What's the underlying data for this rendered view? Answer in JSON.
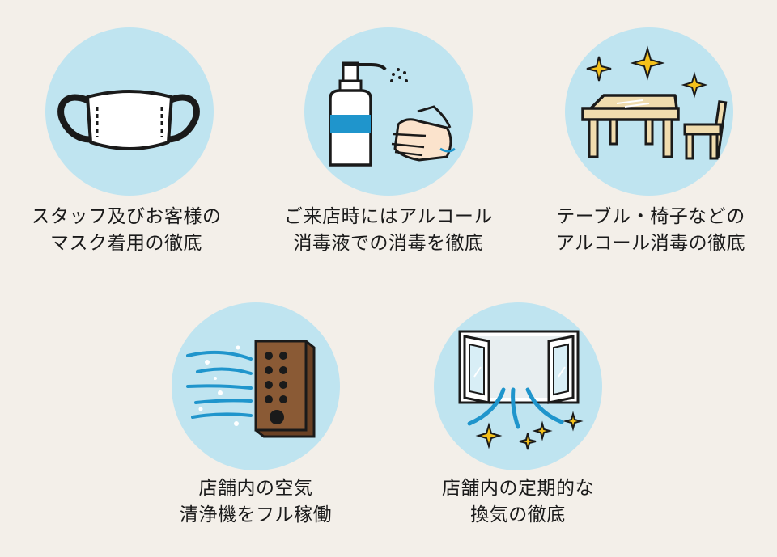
{
  "items": [
    {
      "line1": "スタッフ及びお客様の",
      "line2": "マスク着用の徹底",
      "icon": "face-mask-icon"
    },
    {
      "line1": "ご来店時にはアルコール",
      "line2": "消毒液での消毒を徹底",
      "icon": "hand-sanitizer-icon"
    },
    {
      "line1": "テーブル・椅子などの",
      "line2": "アルコール消毒の徹底",
      "icon": "table-chair-icon"
    },
    {
      "line1": "店舗内の空気",
      "line2": "清浄機をフル稼働",
      "icon": "air-purifier-icon"
    },
    {
      "line1": "店舗内の定期的な",
      "line2": "換気の徹底",
      "icon": "open-window-icon"
    }
  ],
  "colors": {
    "background": "#f3efe9",
    "circle": "#bfe4f0",
    "accent_blue": "#1f95cc",
    "sparkle": "#f4c11b",
    "wood": "#f0dcae",
    "purifier": "#8a5a35"
  }
}
